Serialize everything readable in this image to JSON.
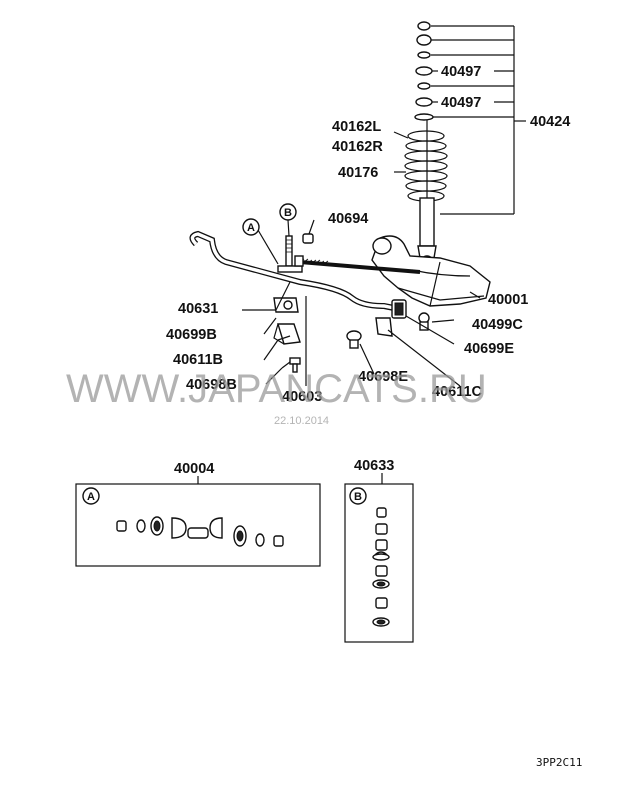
{
  "labels": {
    "p40424": "40424",
    "p40497a": "40497",
    "p40497b": "40497",
    "p40162L": "40162L",
    "p40162R": "40162R",
    "p40176": "40176",
    "p40694": "40694",
    "p40001": "40001",
    "p40631": "40631",
    "p40699B": "40699B",
    "p40611B": "40611B",
    "p40698B": "40698B",
    "p40603": "40603",
    "p40698E": "40698E",
    "p40611C": "40611C",
    "p40499C": "40499C",
    "p40699E": "40699E",
    "p40004": "40004",
    "p40633": "40633"
  },
  "callouts": {
    "a": "A",
    "b": "B",
    "box_a": "A",
    "box_b": "B"
  },
  "watermark": "WWW.JAPANCATS.RU",
  "date": "22.10.2014",
  "diagram_code": "3PP2C11"
}
